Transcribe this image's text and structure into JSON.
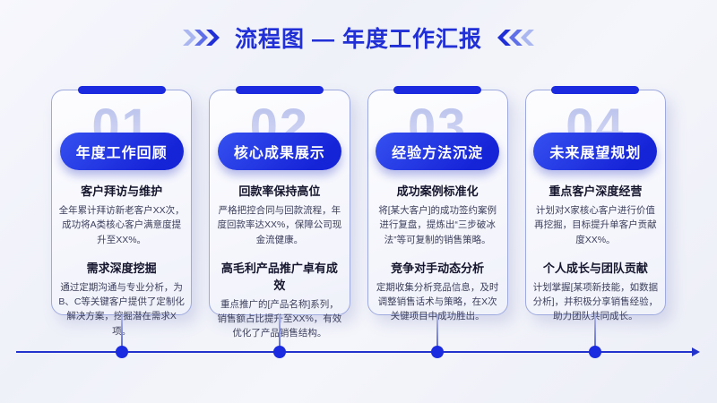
{
  "header": {
    "title": "流程图 — 年度工作汇报",
    "left_icon": "triple-chevron-right",
    "right_icon": "triple-chevron-left"
  },
  "colors": {
    "accent_blue": "#1e2ed8",
    "title_blue": "#2130d6",
    "pill_blue": "#1f30e0",
    "number_lavender": "#c9cff2",
    "timeline_blue": "#2133cc",
    "card_border": "#9ea9de",
    "background": "#f1f2f9"
  },
  "cards": [
    {
      "number": "01",
      "pill": "年度工作回顾",
      "sections": [
        {
          "heading": "客户拜访与维护",
          "body": "全年累计拜访新老客户XX次，成功将A类核心客户满意度提升至XX%。"
        },
        {
          "heading": "需求深度挖掘",
          "body": "通过定期沟通与专业分析，为B、C等关键客户提供了定制化解决方案，挖掘潜在需求X项。"
        }
      ]
    },
    {
      "number": "02",
      "pill": "核心成果展示",
      "sections": [
        {
          "heading": "回款率保持高位",
          "body": "严格把控合同与回款流程，年度回款率达XX%，保障公司现金流健康。"
        },
        {
          "heading": "高毛利产品推广卓有成效",
          "body": "重点推广的[产品名称]系列，销售额占比提升至XX%，有效优化了产品销售结构。"
        }
      ]
    },
    {
      "number": "03",
      "pill": "经验方法沉淀",
      "sections": [
        {
          "heading": "成功案例标准化",
          "body": "将[某大客户]的成功签约案例进行复盘，提炼出“三步破冰法”等可复制的销售策略。"
        },
        {
          "heading": "竞争对手动态分析",
          "body": "定期收集分析竞品信息，及时调整销售话术与策略，在X次关键项目中成功胜出。"
        }
      ]
    },
    {
      "number": "04",
      "pill": "未来展望规划",
      "sections": [
        {
          "heading": "重点客户深度经营",
          "body": "计划对X家核心客户进行价值再挖掘，目标提升单客户贡献度XX%。"
        },
        {
          "heading": "个人成长与团队贡献",
          "body": "计划掌握[某项新技能，如数据分析]，并积极分享销售经验，助力团队共同成长。"
        }
      ]
    }
  ]
}
